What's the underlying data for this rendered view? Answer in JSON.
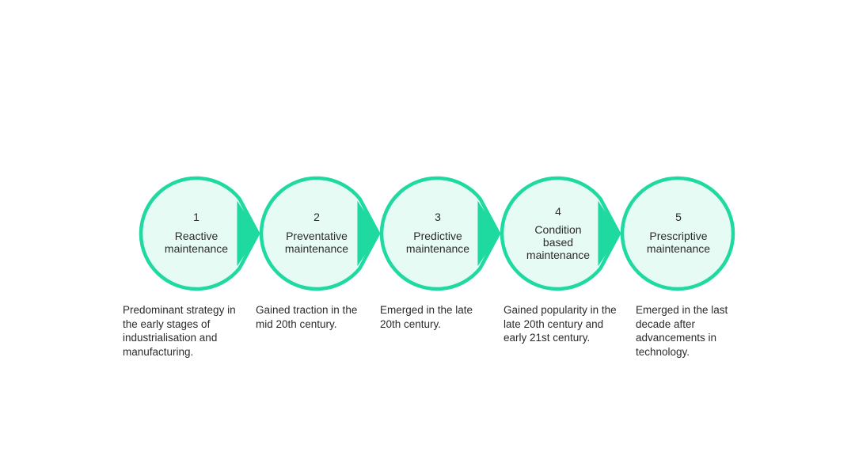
{
  "colors": {
    "stroke": "#1ed9a0",
    "fill": "#e6fbf3",
    "text": "#2b2b2b"
  },
  "stages": [
    {
      "number": "1",
      "name": "Reactive maintenance",
      "description": "Predominant strategy in the early stages of industrialisation and manufacturing."
    },
    {
      "number": "2",
      "name": "Preventative maintenance",
      "description": "Gained traction in the mid 20th century."
    },
    {
      "number": "3",
      "name": "Predictive maintenance",
      "description": "Emerged in the late 20th century."
    },
    {
      "number": "4",
      "name": "Condition based maintenance",
      "description": "Gained popularity in the late 20th century and early 21st century."
    },
    {
      "number": "5",
      "name": "Prescriptive maintenance",
      "description": "Emerged in the last decade after advancements in technology."
    }
  ]
}
